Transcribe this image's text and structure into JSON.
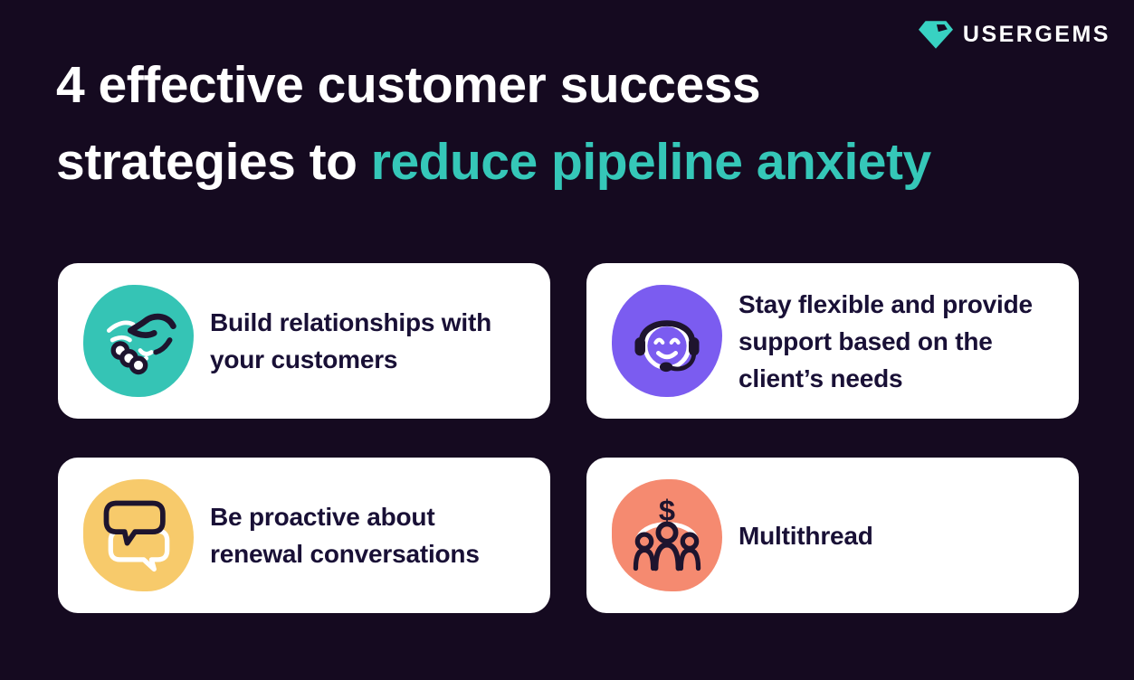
{
  "page": {
    "background_color": "#150a20"
  },
  "logo": {
    "brand": "USERGEMS",
    "gem_icon_color": "#38d2c2"
  },
  "title": {
    "line1": "4 effective customer success",
    "line2_plain": "strategies to ",
    "line2_accent": "reduce pipeline anxiety",
    "text_color": "#ffffff",
    "accent_color": "#35c7b8"
  },
  "card_text_color": "#191036",
  "cards": [
    {
      "label": "Build relationships with your customers",
      "icon": "handshake-icon",
      "blob_color": "#35c4b5"
    },
    {
      "label": "Stay flexible and provide support based on the client’s needs",
      "icon": "support-agent-icon",
      "blob_color": "#7b5cf0"
    },
    {
      "label": "Be proactive about renewal conversations",
      "icon": "chat-bubbles-icon",
      "blob_color": "#f7ca6b"
    },
    {
      "label": "Multithread",
      "icon": "multithread-people-icon",
      "blob_color": "#f58a70"
    }
  ]
}
